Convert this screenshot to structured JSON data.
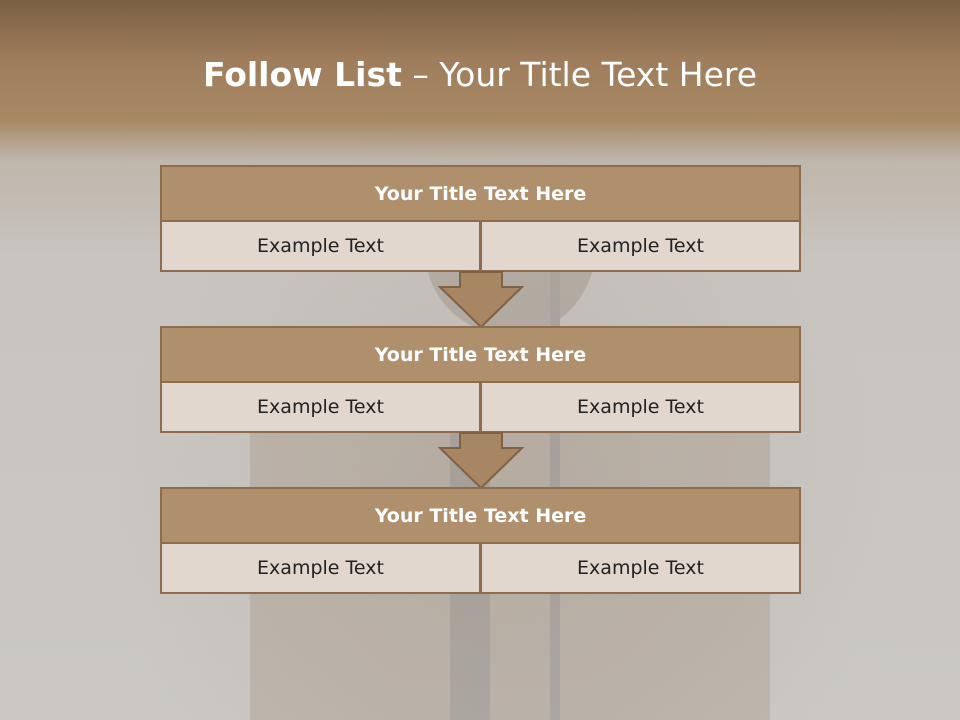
{
  "slide": {
    "title_lead": "Follow List",
    "title_rest": " – Your Title Text Here"
  },
  "steps": [
    {
      "title": "Your Title Text Here",
      "left": "Example Text",
      "right": "Example Text"
    },
    {
      "title": "Your Title Text Here",
      "left": "Example Text",
      "right": "Example Text"
    },
    {
      "title": "Your Title Text Here",
      "left": "Example Text",
      "right": "Example Text"
    }
  ],
  "colors": {
    "header_fill": "#b08f6d",
    "border": "#8e6d4e",
    "cell_fill": "#e2d7cf",
    "top_band": "#9f7d5c"
  }
}
